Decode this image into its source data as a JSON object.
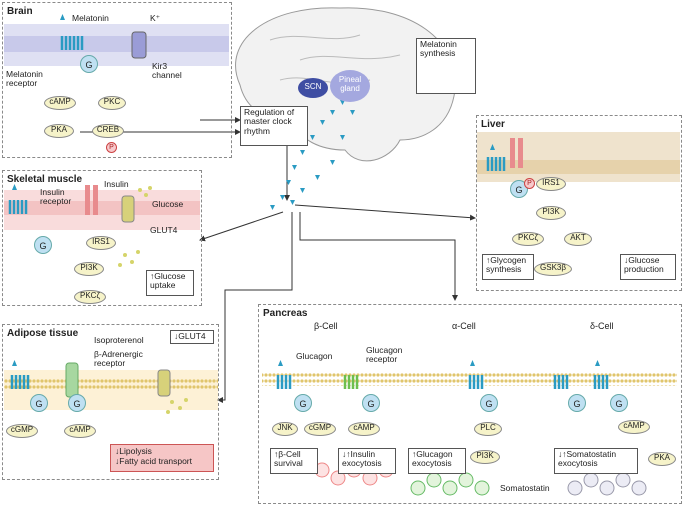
{
  "brain": {
    "title": "Brain",
    "melatonin": "Melatonin",
    "k": "K⁺",
    "receptor": "Melatonin\nreceptor",
    "kir3": "Kir3\nchannel",
    "camp": "cAMP",
    "pkc": "PKC",
    "pka": "PKA",
    "creb": "CREB",
    "g": "G",
    "p": "P"
  },
  "center": {
    "scn": "SCN",
    "pineal": "Pineal\ngland",
    "synthesis": "Melatonin\nsynthesis",
    "regulation": "Regulation of\nmaster clock\nrhythm"
  },
  "liver": {
    "title": "Liver",
    "irs1": "IRS1",
    "pi3k": "PI3K",
    "pkcz": "PKCζ",
    "akt": "AKT",
    "gsk": "GSK3β",
    "glycogen": "↑Glycogen\nsynthesis",
    "glucose_prod": "↓Glucose\nproduction",
    "gi": "G",
    "plus": "+"
  },
  "muscle": {
    "title": "Skeletal muscle",
    "insulin": "Insulin",
    "insulin_receptor": "Insulin\nreceptor",
    "glucose": "Glucose",
    "glut4": "GLUT4",
    "irs1": "IRS1",
    "pi3k": "PI3K",
    "pkcz": "PKCζ",
    "uptake": "↑Glucose\nuptake"
  },
  "adipose": {
    "title": "Adipose tissue",
    "iso": "Isoproterenol",
    "beta": "β-Adrenergic\nreceptor",
    "glut4": "↓GLUT4",
    "cgmp": "cGMP",
    "camp": "cAMP",
    "result": "↓Lipolysis\n↓Fatty acid transport"
  },
  "pancreas": {
    "title": "Pancreas",
    "beta_cell": "β-Cell",
    "alpha_cell": "α-Cell",
    "delta_cell": "δ-Cell",
    "glucagon": "Glucagon",
    "glucagon_receptor": "Glucagon\nreceptor",
    "jnk": "JNK",
    "cgmp": "cGMP",
    "camp": "cAMP",
    "beta_survival": "↑β-Cell\nsurvival",
    "insulin_exo": "↓↑Insulin\nexocytosis",
    "plc": "PLC",
    "pi3k": "PI3K",
    "glucagon_exo": "↑Glucagon\nexocytosis",
    "camp2": "cAMP",
    "pka": "PKA",
    "somato_exo": "↓↑Somatostatin\nexocytosis",
    "somatostatin": "Somatostatin"
  },
  "colors": {
    "receptor": "#2a9bc3",
    "membrane": "#e9d48a",
    "brain_bg": "#dfe0f3",
    "muscle_bg": "#f9dcdc",
    "liver_bg": "#efe3cd",
    "fat_bg": "#fdf1d6",
    "green": "#6dbf4e",
    "red": "#d23f44"
  }
}
